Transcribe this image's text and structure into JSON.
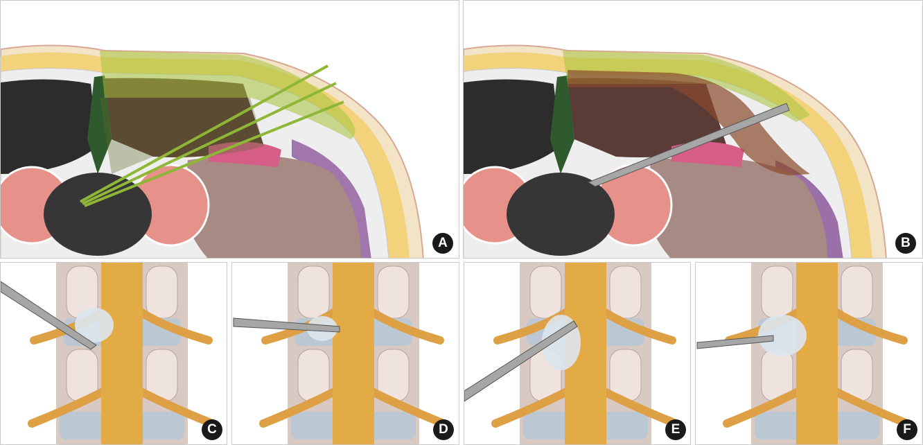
{
  "panels": {
    "a": {
      "label": "A"
    },
    "b": {
      "label": "B"
    },
    "c": {
      "label": "C"
    },
    "d": {
      "label": "D"
    },
    "e": {
      "label": "E"
    },
    "f": {
      "label": "F"
    }
  },
  "colors": {
    "skin": "#f3e3c7",
    "fat": "#f2d27a",
    "muscle_dark": "#2c2c2c",
    "psoas": "#e7918b",
    "kidney": "#a88a84",
    "abdominal_wall": "#9b6fa8",
    "vertebra": "#363636",
    "needle_green": "#8fb737",
    "needle_steel": "#a6a6a6",
    "spinal_cord": "#e3ab45",
    "nerve": "#dda045",
    "disc": "#b9c6d6",
    "bone_bg": "#d8c9c2",
    "injectate": "#dce6ee"
  }
}
